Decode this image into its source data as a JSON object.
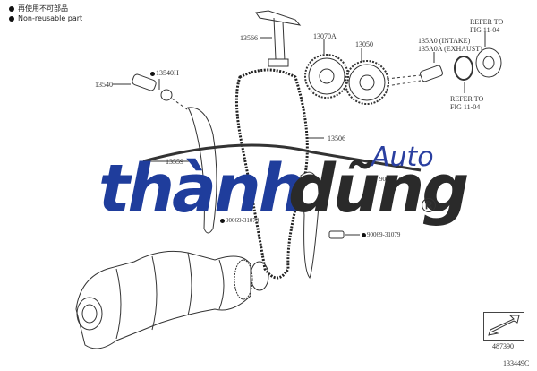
{
  "legend": {
    "items": [
      {
        "symbol": "filled-dot",
        "text": "再使用不可部品"
      },
      {
        "symbol": "filled-dot",
        "text": "Non-reusable part"
      }
    ]
  },
  "parts": {
    "p13566": "13566",
    "p13070A": "13070A",
    "p13050": "13050",
    "p135A0": "135A0  (INTAKE)",
    "p135A0A": "135A0A  (EXHAUST)",
    "refer_top_1": "REFER TO",
    "refer_top_2": "FIG 11-04",
    "refer_bot_1": "REFER TO",
    "refer_bot_2": "FIG 11-04",
    "p13540": "13540",
    "p13540H": "13540H",
    "p13506": "13506",
    "p13559": "13559",
    "p90069_a": "90069-31079",
    "p90069_b": "90069-31079",
    "p90069_c": "90069-31079"
  },
  "footer": {
    "nav_box_code": "487390",
    "figure_code": "133449C"
  },
  "watermark": {
    "part1": "thành",
    "part2": "dũng",
    "auto": "Auto",
    "registered": "®",
    "colors": {
      "blue": "#1f3d9c",
      "dark": "#2a2a2a"
    }
  }
}
